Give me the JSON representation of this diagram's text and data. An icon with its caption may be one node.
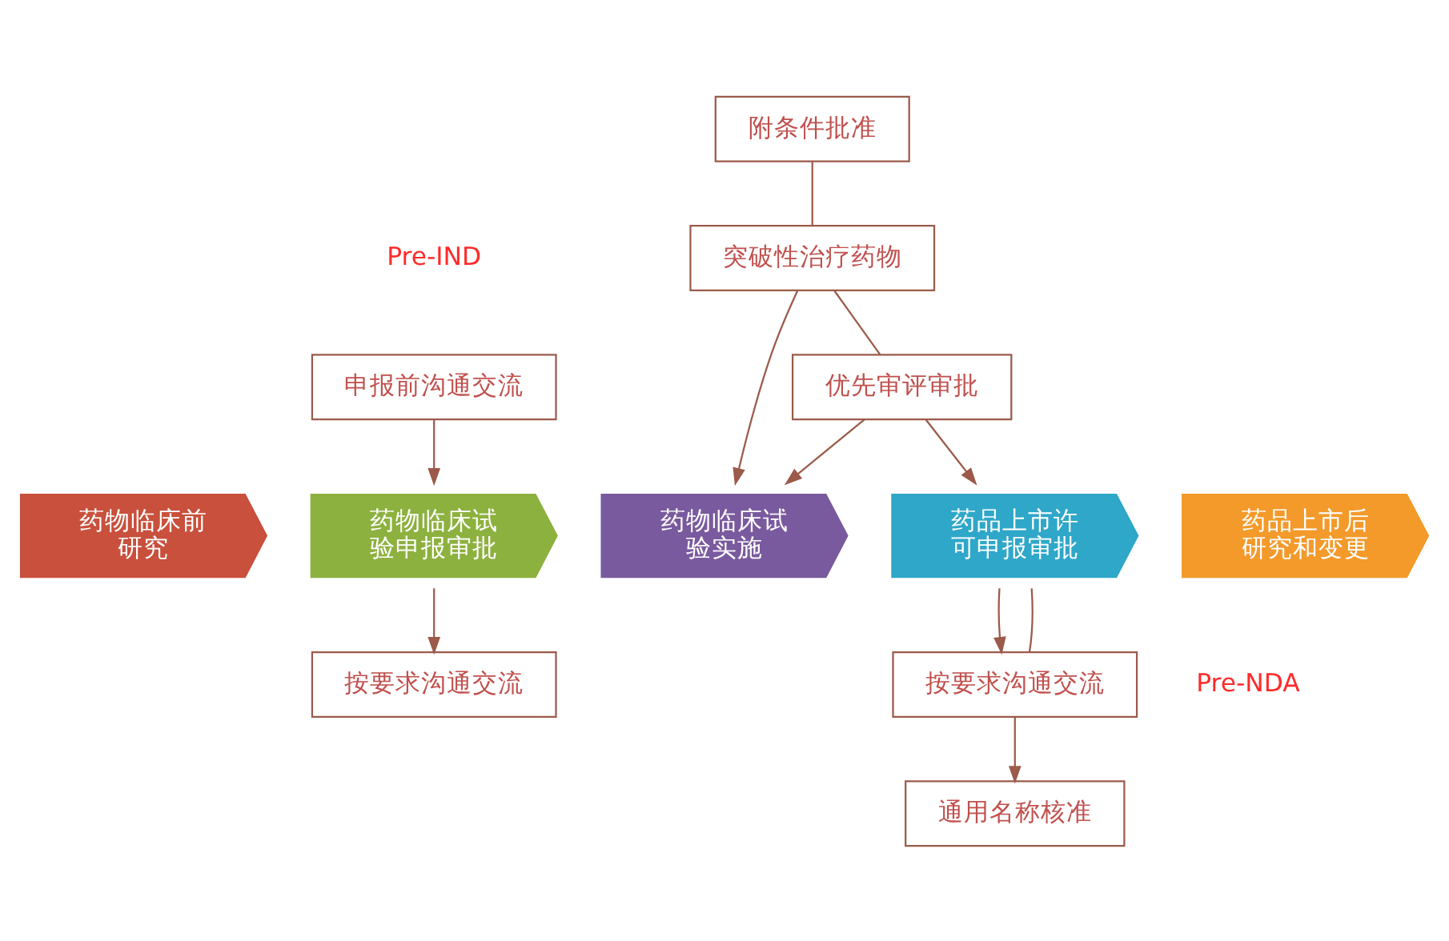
{
  "diagram": {
    "nodes": [
      {
        "text": [
          "附条件批准"
        ]
      },
      {
        "text": [
          "突破性治疗药物"
        ]
      },
      {
        "text": [
          "优先审评审批"
        ]
      },
      {
        "text": [
          "申报前沟通交流"
        ]
      },
      {
        "text": [
          "药物临床前研究"
        ]
      },
      {
        "text": [
          "药物临床试验申报审批"
        ]
      },
      {
        "text": [
          "药物临床试验实施"
        ]
      },
      {
        "text": [
          "药品上市许可申报审批"
        ]
      },
      {
        "text": [
          "药品上市后研究和变更"
        ]
      },
      {
        "text": [
          "按要求沟通交流"
        ]
      },
      {
        "text": [
          "按要求沟通交流"
        ]
      },
      {
        "text": [
          "通用名称核准"
        ]
      }
    ],
    "edges": [
      {
        "from": 0,
        "to": 1,
        "arrow": "none"
      },
      {
        "from": 1,
        "to": 2,
        "arrow": "none"
      },
      {
        "from": 1,
        "to": 6,
        "arrow": "to"
      },
      {
        "from": 2,
        "to": 6,
        "arrow": "to"
      },
      {
        "from": 2,
        "to": 7,
        "arrow": "to"
      },
      {
        "from": 3,
        "to": 5,
        "arrow": "to"
      },
      {
        "from": 5,
        "to": 9,
        "arrow": "to"
      },
      {
        "from": 7,
        "to": 10,
        "arrow": "to"
      },
      {
        "from": 7,
        "to": 10,
        "arrow": "none"
      },
      {
        "from": 10,
        "to": 11,
        "arrow": "to"
      }
    ],
    "labels": [
      "Pre-IND",
      "Pre-NDA"
    ]
  }
}
